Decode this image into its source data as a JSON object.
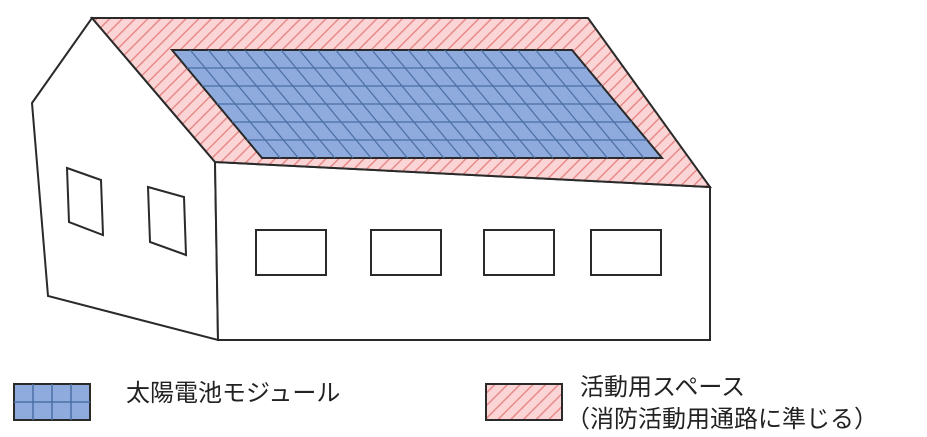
{
  "colors": {
    "module_fill": "#8faadc",
    "grid_line": "#4a6fa5",
    "space_fill": "#fbd5d5",
    "space_hatch": "#e88a8a",
    "outline": "#2a2a2a"
  },
  "legend": {
    "module_label": "太陽電池モジュール",
    "space_label": "活動用スペース",
    "space_note": "（消防活動用通路に準じる）"
  },
  "icons": {
    "module_swatch": "solar-module-swatch-icon",
    "space_swatch": "hatched-space-swatch-icon"
  }
}
